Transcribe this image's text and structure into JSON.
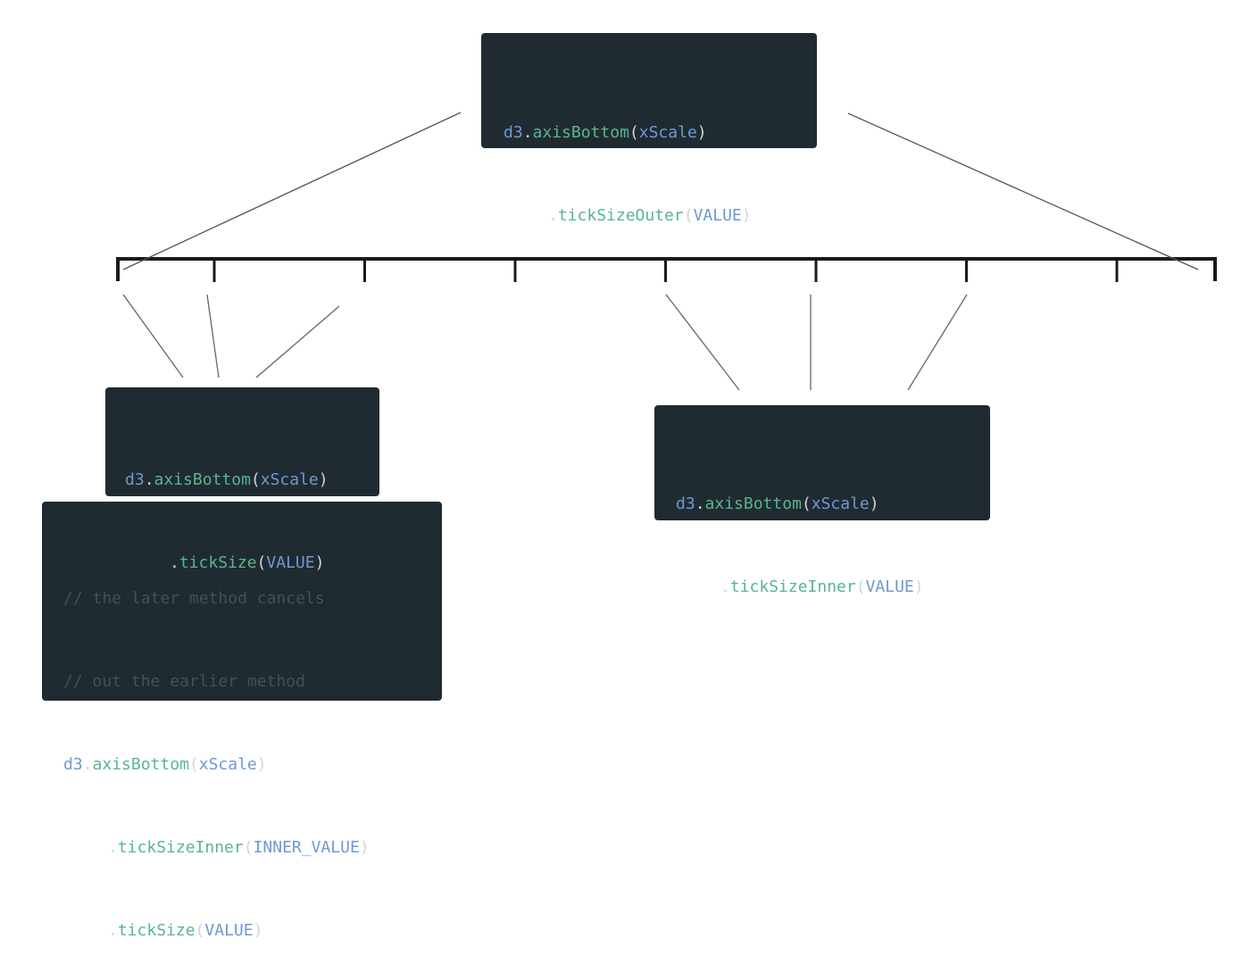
{
  "colors": {
    "box_bg": "#202b31",
    "identifier": "#6f98d4",
    "method": "#59b58e",
    "comment": "#3f5159",
    "axis": "#1a1a1a",
    "connector": "#555555"
  },
  "boxes": {
    "outer": {
      "obj": "d3",
      "method": "axisBottom",
      "arg": "xScale",
      "chain_method": "tickSizeOuter",
      "chain_arg": "VALUE"
    },
    "size": {
      "obj": "d3",
      "method": "axisBottom",
      "arg": "xScale",
      "chain_method": "tickSize",
      "chain_arg": "VALUE"
    },
    "inner": {
      "obj": "d3",
      "method": "axisBottom",
      "arg": "xScale",
      "chain_method": "tickSizeInner",
      "chain_arg": "VALUE"
    },
    "combined": {
      "comment1": "// the later method cancels",
      "comment2": "// out the earlier method",
      "obj": "d3",
      "method": "axisBottom",
      "arg": "xScale",
      "chain_method1": "tickSizeInner",
      "chain_arg1": "INNER_VALUE",
      "chain_method2": "tickSize",
      "chain_arg2": "VALUE"
    }
  },
  "axis": {
    "tick_count": 9
  }
}
